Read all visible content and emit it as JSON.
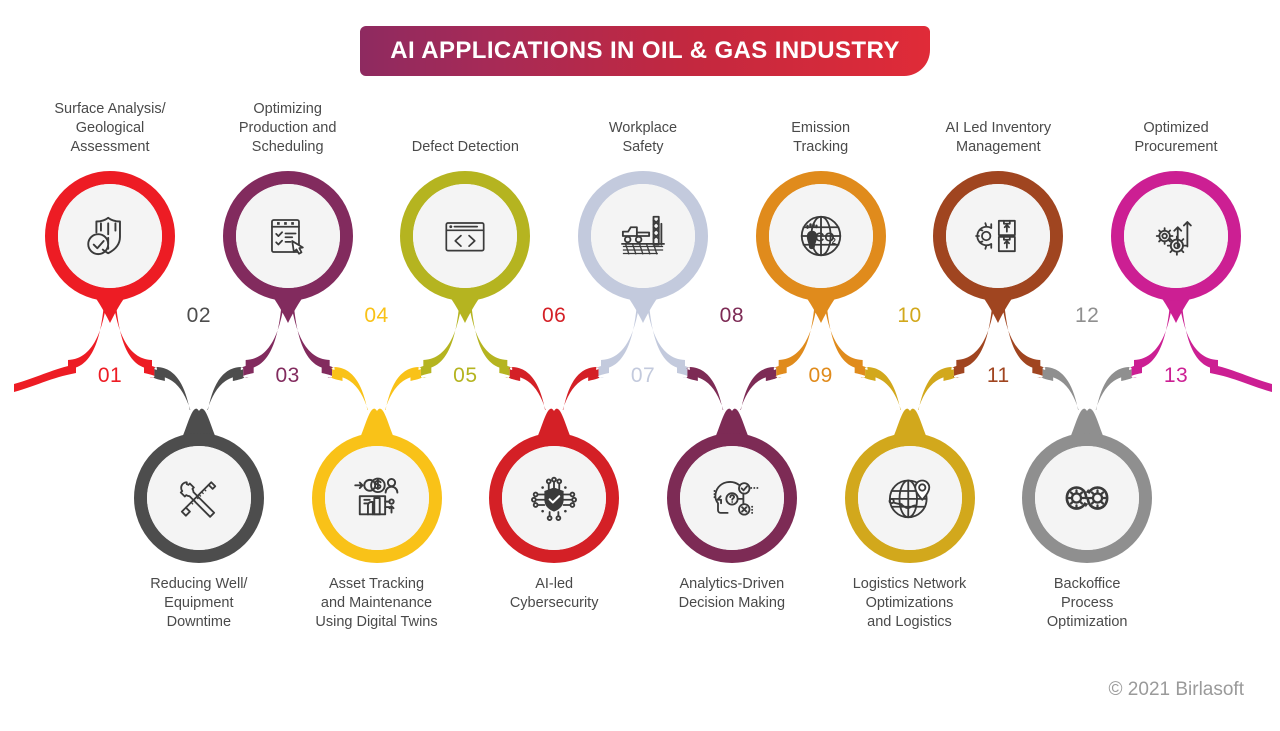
{
  "header": {
    "title": "AI APPLICATIONS IN OIL & GAS INDUSTRY",
    "gradient_from": "#8e2a60",
    "gradient_to": "#e02b38"
  },
  "footer": {
    "copyright": "© 2021 Birlasoft"
  },
  "items": [
    {
      "number": "01",
      "label": "Surface Analysis/\nGeological\nAssessment",
      "row": "top",
      "color": "#ed1c24",
      "icon": "shield-check-icon"
    },
    {
      "number": "02",
      "label": "Reducing Well/\nEquipment\nDowntime",
      "row": "bottom",
      "color": "#4d4d4d",
      "icon": "wrench-screwdriver-icon"
    },
    {
      "number": "03",
      "label": "Optimizing\nProduction and\nScheduling",
      "row": "top",
      "color": "#822b5e",
      "icon": "clipboard-checklist-icon"
    },
    {
      "number": "04",
      "label": "Asset Tracking\nand Maintenance\nUsing Digital Twins",
      "row": "bottom",
      "color": "#f9c218",
      "icon": "asset-tracking-icon"
    },
    {
      "number": "05",
      "label": "Defect Detection",
      "row": "top",
      "color": "#b5b420",
      "icon": "code-window-icon"
    },
    {
      "number": "06",
      "label": "AI-led\nCybersecurity",
      "row": "bottom",
      "color": "#d42026",
      "icon": "cyber-shield-icon"
    },
    {
      "number": "07",
      "label": "Workplace\nSafety",
      "row": "top",
      "color": "#c3cadd",
      "icon": "drilling-rig-icon"
    },
    {
      "number": "08",
      "label": "Analytics-Driven\nDecision Making",
      "row": "bottom",
      "color": "#7d2b55",
      "icon": "decision-head-icon"
    },
    {
      "number": "09",
      "label": "Emission\nTracking",
      "row": "top",
      "color": "#e08b1c",
      "icon": "co2-globe-icon"
    },
    {
      "number": "10",
      "label": "Logistics Network\nOptimizations\nand Logistics",
      "row": "bottom",
      "color": "#d2a81c",
      "icon": "globe-pin-icon"
    },
    {
      "number": "11",
      "label": "AI Led Inventory\nManagement",
      "row": "top",
      "color": "#a04520",
      "icon": "gear-boxes-icon"
    },
    {
      "number": "12",
      "label": "Backoffice\nProcess\nOptimization",
      "row": "bottom",
      "color": "#8f8f8f",
      "icon": "infinity-gears-icon"
    },
    {
      "number": "13",
      "label": "Optimized\nProcurement",
      "row": "top",
      "color": "#cc1f93",
      "icon": "gears-growth-icon"
    }
  ]
}
